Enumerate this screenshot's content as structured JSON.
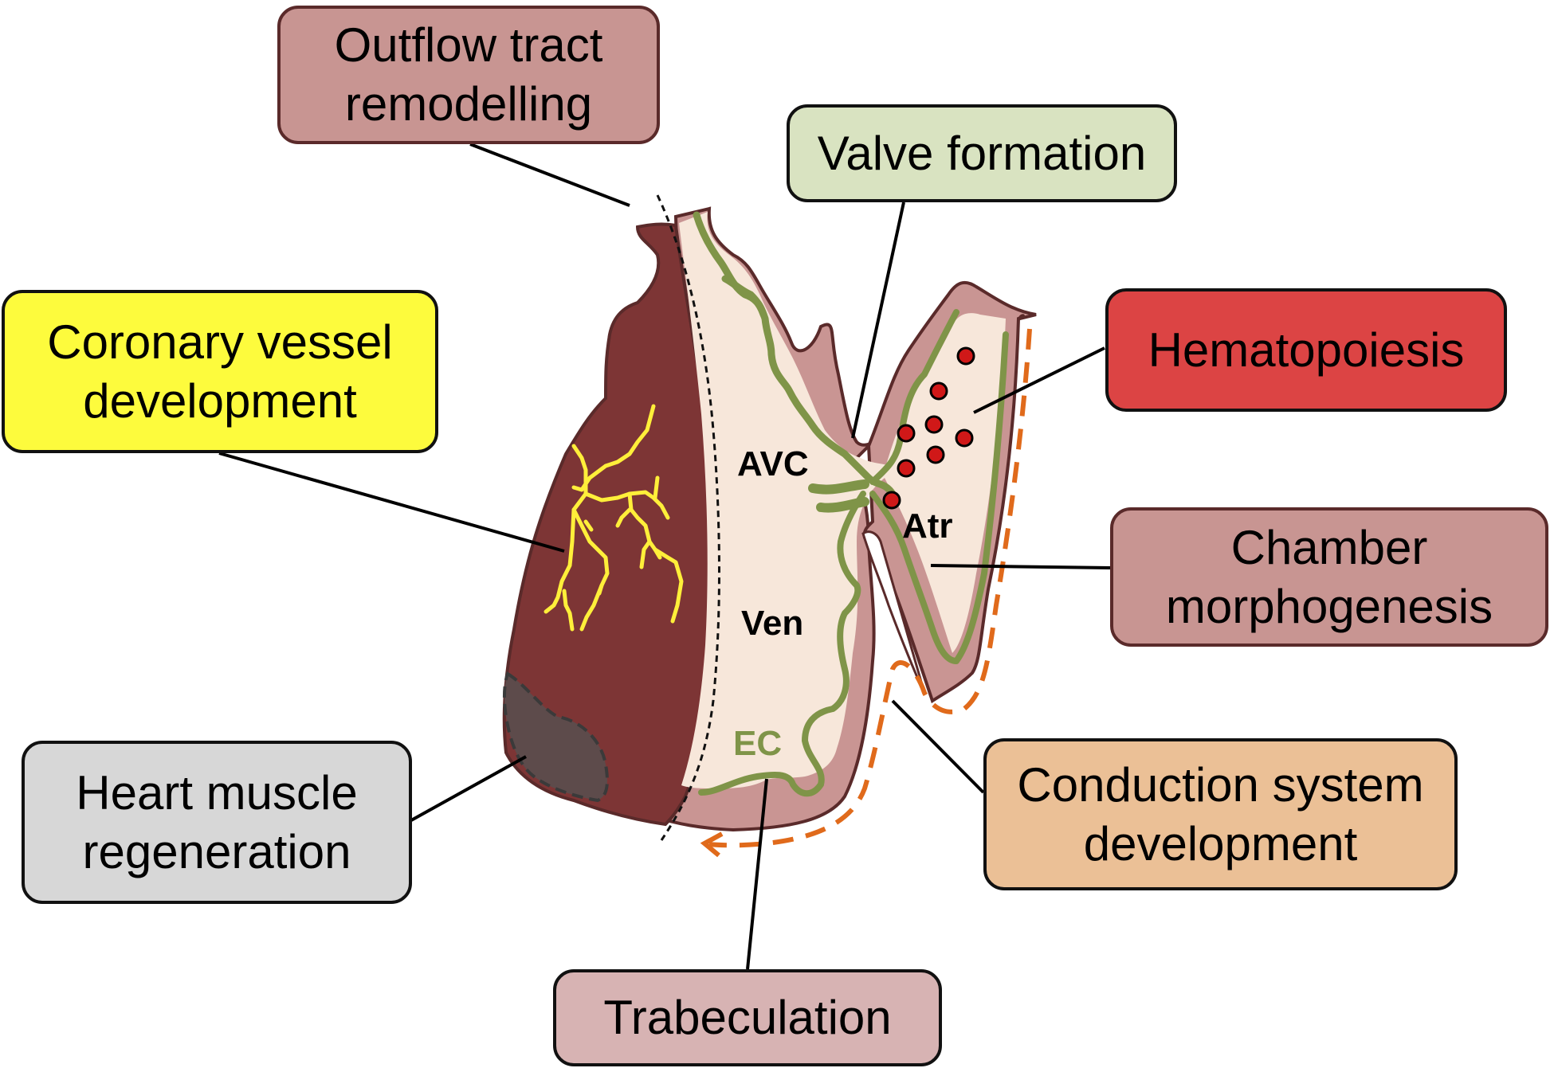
{
  "title": "Zebrafish heart development and regeneration processes",
  "labels": {
    "outflow": "Outflow tract\nremodelling",
    "valve": "Valve formation",
    "coronary": "Coronary vessel\ndevelopment",
    "hematopoiesis": "Hematopoiesis",
    "chamber": "Chamber\nmorphogenesis",
    "regeneration": "Heart muscle\nregeneration",
    "conduction": "Conduction system\ndevelopment",
    "trabeculation": "Trabeculation"
  },
  "regions": {
    "avc": "AVC",
    "ven": "Ven",
    "atr": "Atr",
    "ec": "EC"
  },
  "colors": {
    "outflow": "#c89592",
    "valve": "#d9e3c1",
    "coronary": "#fdfb3d",
    "hematopoiesis": "#dc4444",
    "chamber": "#c89592",
    "regeneration": "#d7d7d7",
    "conduction": "#ebc096",
    "trabeculation": "#d7b3b3",
    "myocardium_dark": "#7d3535",
    "myocardium_light": "#c99593",
    "lumen": "#f7e7da",
    "endocardium": "#7f9448",
    "vessels": "#ffef3a",
    "injury": "#5d4b4b",
    "conduction_arrow": "#e06a1b"
  }
}
